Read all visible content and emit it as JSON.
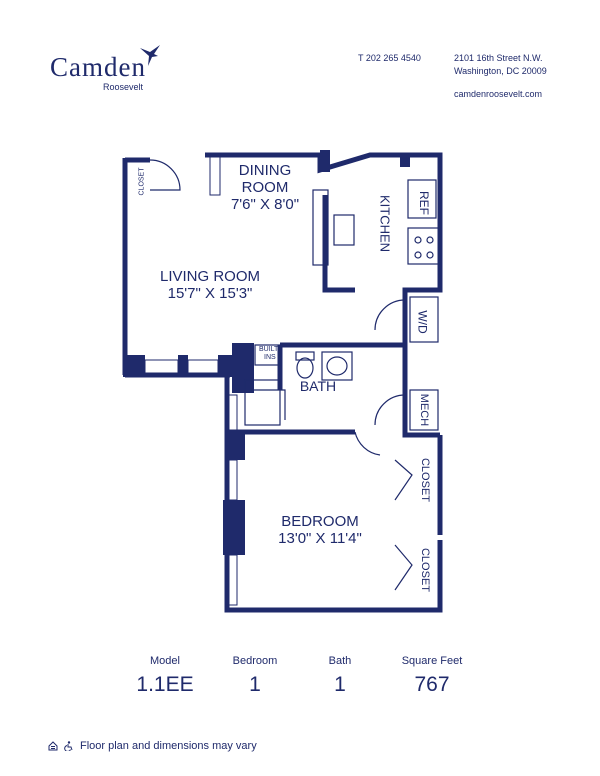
{
  "brand": {
    "name": "Camden",
    "property": "Roosevelt",
    "accent_color": "#1f2a6b"
  },
  "contact": {
    "phone": "T 202 265 4540",
    "address_line1": "2101 16th Street N.W.",
    "address_line2": "Washington, DC 20009",
    "website": "camdenroosevelt.com"
  },
  "rooms": {
    "dining": {
      "name_line1": "DINING",
      "name_line2": "ROOM",
      "dims": "7'6\" X 8'0\""
    },
    "living": {
      "name": "LIVING ROOM",
      "dims": "15'7\" X 15'3\""
    },
    "kitchen": {
      "name": "KITCHEN"
    },
    "ref": "REF",
    "wd": "W/D",
    "mech": "MECH",
    "bath": "BATH",
    "built_ins_line1": "BUILT",
    "built_ins_line2": "INS",
    "closet_entry": "CLOSET",
    "closet1": "CLOSET",
    "closet2": "CLOSET",
    "bedroom": {
      "name": "BEDROOM",
      "dims": "13'0\" X 11'4\""
    }
  },
  "stats": {
    "model_label": "Model",
    "model_value": "1.1EE",
    "bedroom_label": "Bedroom",
    "bedroom_value": "1",
    "bath_label": "Bath",
    "bath_value": "1",
    "sqft_label": "Square Feet",
    "sqft_value": "767"
  },
  "footer": {
    "disclaimer": "Floor plan and dimensions may vary",
    "icons": [
      "equal-housing-icon",
      "accessibility-icon"
    ]
  }
}
